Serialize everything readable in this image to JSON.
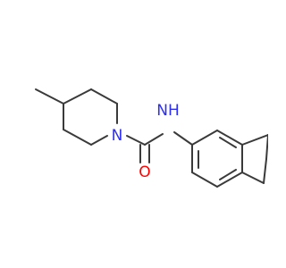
{
  "molecule": {
    "atoms": [
      {
        "id": "N1",
        "symbol": "N",
        "color": "#2e2ef0"
      },
      {
        "id": "N2",
        "symbol": "NH",
        "color": "#2e2ef0"
      },
      {
        "id": "O1",
        "symbol": "O",
        "color": "#ff0000"
      }
    ],
    "bond_color": "#3a3a3a"
  }
}
